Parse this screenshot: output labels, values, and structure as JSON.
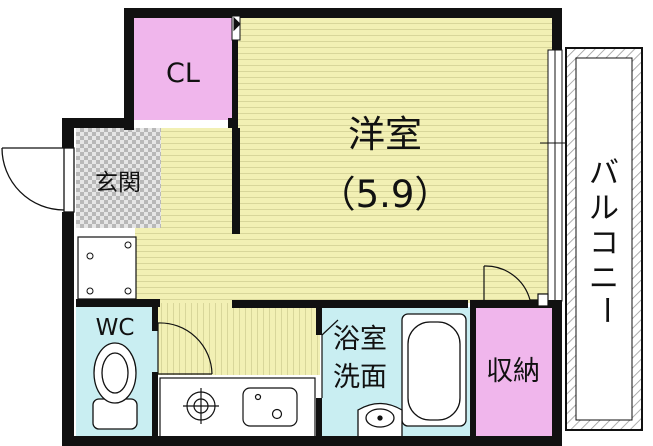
{
  "rooms": {
    "western_room": {
      "name": "洋室",
      "size": "（5.9）"
    },
    "closet": {
      "name": "CL"
    },
    "entrance": {
      "name": "玄関"
    },
    "toilet": {
      "name": "WC"
    },
    "bath": {
      "line1": "浴室",
      "line2": "洗面"
    },
    "storage": {
      "name": "収納"
    },
    "balcony": {
      "chars": [
        "バ",
        "ル",
        "コ",
        "ニ",
        "ー"
      ]
    }
  },
  "colors": {
    "wall": "#111111",
    "room_floor": "#f2f0b4",
    "stripe": "#d8d69a",
    "closet": "#f0b6ec",
    "wet_area": "#c9eef2",
    "entrance_tile": "#c8c8c8",
    "balcony_hatch": "#9a9a9a"
  }
}
